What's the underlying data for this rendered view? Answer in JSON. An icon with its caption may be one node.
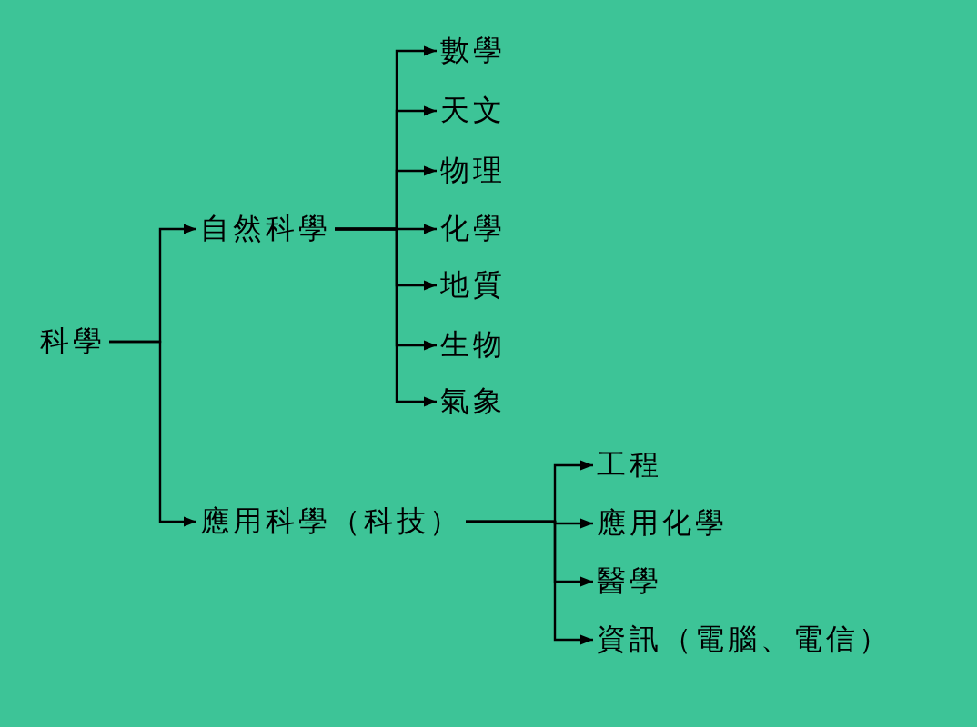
{
  "diagram": {
    "nodes": [
      {
        "text": [
          "科學"
        ]
      },
      {
        "text": [
          "自然科學"
        ]
      },
      {
        "text": [
          "數學"
        ]
      },
      {
        "text": [
          "天文"
        ]
      },
      {
        "text": [
          "物理"
        ]
      },
      {
        "text": [
          "化學"
        ]
      },
      {
        "text": [
          "地質"
        ]
      },
      {
        "text": [
          "生物"
        ]
      },
      {
        "text": [
          "氣象"
        ]
      },
      {
        "text": [
          "應用科學（科技）"
        ]
      },
      {
        "text": [
          "工程"
        ]
      },
      {
        "text": [
          "應用化學"
        ]
      },
      {
        "text": [
          "醫學"
        ]
      },
      {
        "text": [
          "資訊（電腦、電信）"
        ]
      }
    ],
    "edges": [
      {
        "from": 0,
        "to": 1,
        "arrow": "to"
      },
      {
        "from": 0,
        "to": 9,
        "arrow": "to"
      },
      {
        "from": 1,
        "to": 2,
        "arrow": "to"
      },
      {
        "from": 1,
        "to": 3,
        "arrow": "to"
      },
      {
        "from": 1,
        "to": 4,
        "arrow": "to"
      },
      {
        "from": 1,
        "to": 5,
        "arrow": "to"
      },
      {
        "from": 1,
        "to": 6,
        "arrow": "to"
      },
      {
        "from": 1,
        "to": 7,
        "arrow": "to"
      },
      {
        "from": 1,
        "to": 8,
        "arrow": "to"
      },
      {
        "from": 9,
        "to": 10,
        "arrow": "to"
      },
      {
        "from": 9,
        "to": 11,
        "arrow": "to"
      },
      {
        "from": 9,
        "to": 12,
        "arrow": "to"
      },
      {
        "from": 9,
        "to": 13,
        "arrow": "to"
      }
    ]
  }
}
